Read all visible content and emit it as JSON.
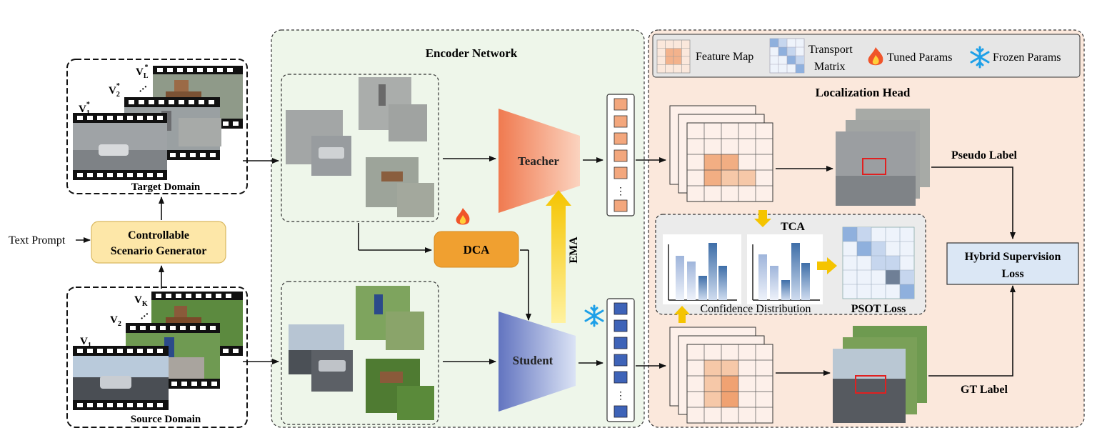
{
  "labels": {
    "target_domain": "Target Domain",
    "source_domain": "Source Domain",
    "text_prompt": "Text Prompt",
    "generator_line1": "Controllable",
    "generator_line2": "Scenario Generator",
    "encoder_network": "Encoder Network",
    "teacher": "Teacher",
    "student": "Student",
    "dca": "DCA",
    "ema": "EMA",
    "localization_head": "Localization Head",
    "pseudo_label": "Pseudo Label",
    "gt_label": "GT Label",
    "tca": "TCA",
    "confidence_distribution": "Confidence Distribution",
    "psot_loss": "PSOT Loss",
    "hybrid_line1": "Hybrid Supervision",
    "hybrid_line2": "Loss"
  },
  "frame_labels": {
    "target": {
      "v1": "V",
      "v1_sub": "1",
      "v1_sup": "*",
      "v2": "V",
      "v2_sub": "2",
      "v2_sup": "*",
      "vl": "V",
      "vl_sub": "L",
      "vl_sup": "*"
    },
    "source": {
      "v1": "V",
      "v1_sub": "1",
      "v2": "V",
      "v2_sub": "2",
      "vk": "V",
      "vk_sub": "K"
    }
  },
  "legend": {
    "feature_map": "Feature Map",
    "transport_line1": "Transport",
    "transport_line2": "Matrix",
    "tuned": "Tuned Params",
    "frozen": "Frozen Params"
  },
  "colors": {
    "teacher": "#f08a63",
    "student": "#6f84c8",
    "dca": "#f0a030",
    "encoder_bg": "#eef6ea",
    "head_bg": "#fbe8dc",
    "generator": "#fde7a8",
    "hybrid": "#dbe7f5",
    "highlight_box": "#e02020",
    "ema_arrow": "#f5c400"
  }
}
